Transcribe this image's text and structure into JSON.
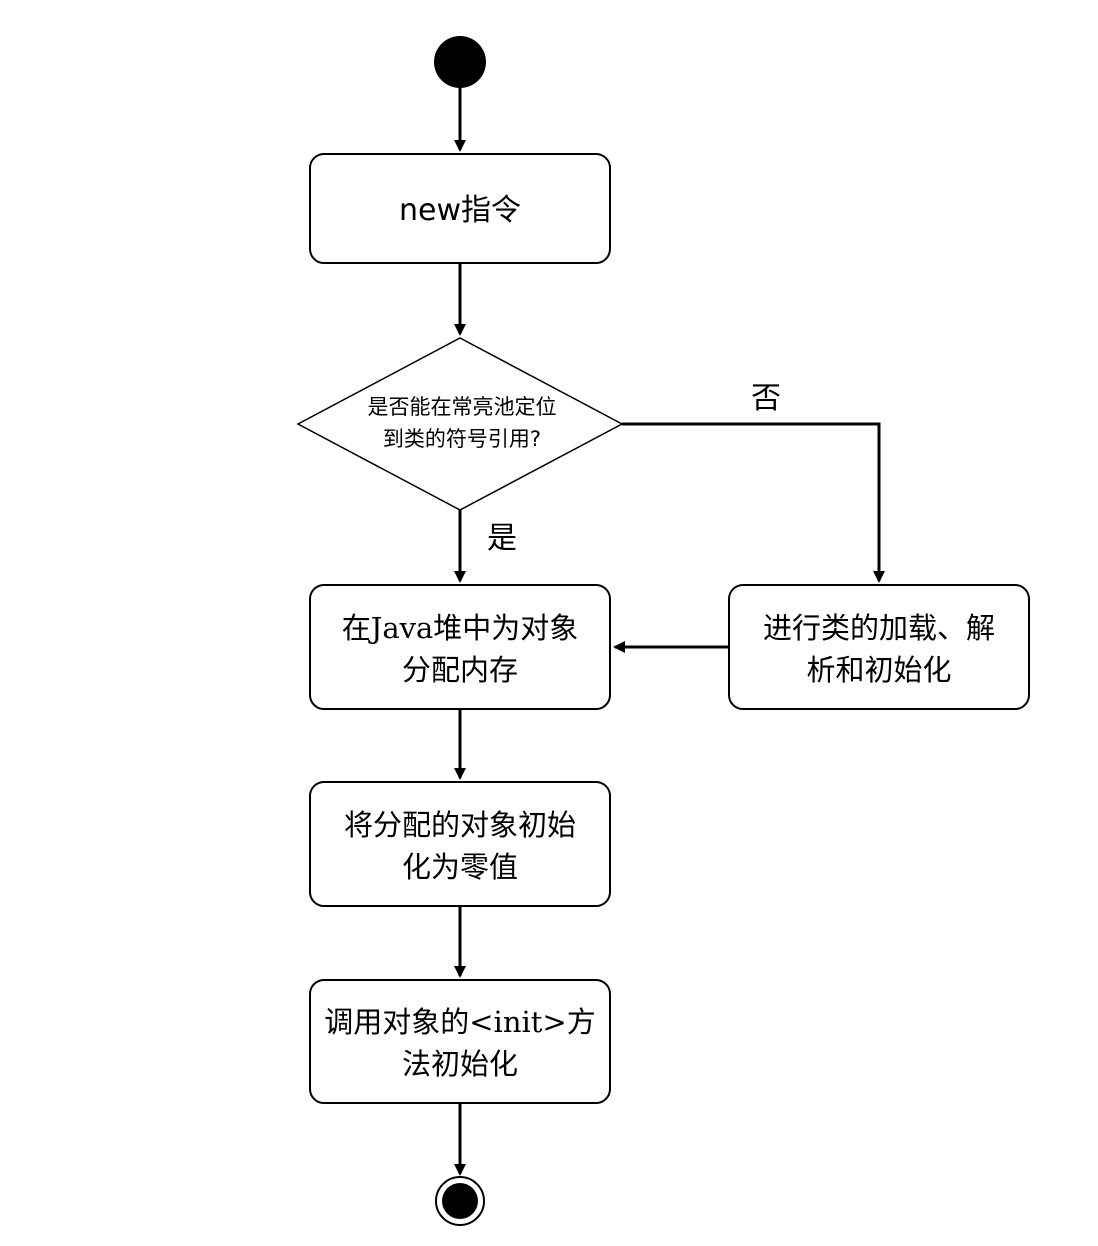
{
  "diagram": {
    "nodes": {
      "new_instruction": {
        "label": "new指令"
      },
      "decision": {
        "line1": "是否能在常亮池定位",
        "line2": "到类的符号引用?"
      },
      "allocate": {
        "line1": "在Java堆中为对象",
        "line2": "分配内存"
      },
      "load_class": {
        "line1": "进行类的加载、解",
        "line2": "析和初始化"
      },
      "zero_init": {
        "line1": "将分配的对象初始",
        "line2": "化为零值"
      },
      "call_init": {
        "line1": "调用对象的<init>方",
        "line2": "法初始化"
      }
    },
    "edges": {
      "yes_label": "是",
      "no_label": "否"
    }
  }
}
